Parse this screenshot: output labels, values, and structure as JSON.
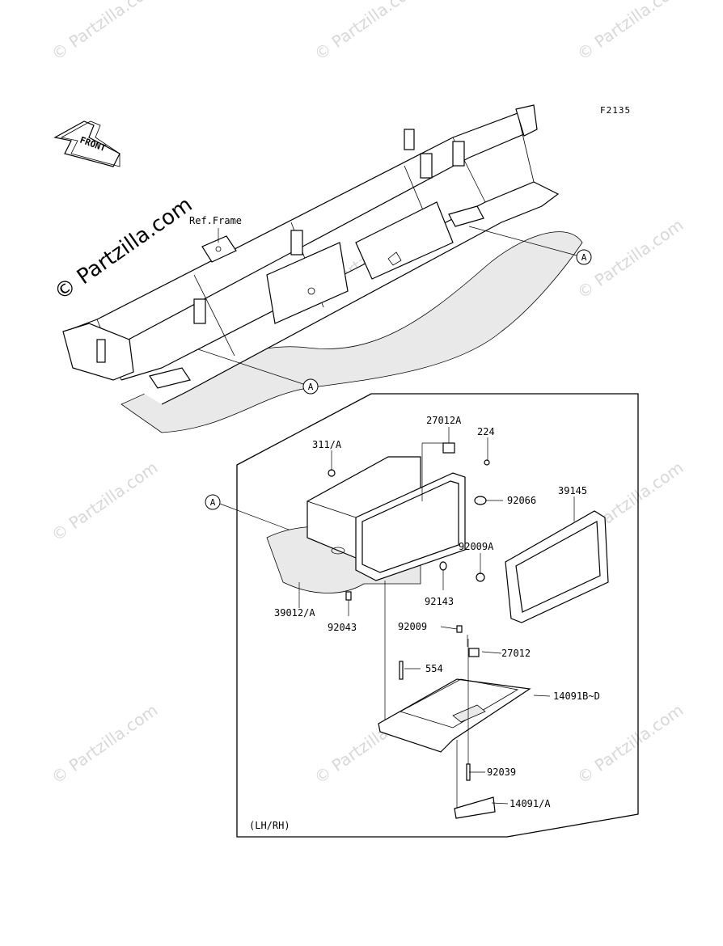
{
  "diagram_code": "F2135",
  "front_arrow_label": "FRONT",
  "ref_frame_label": "Ref.Frame",
  "connector_labels": [
    "A",
    "A",
    "A"
  ],
  "variant_label": "(LH/RH)",
  "watermark_text": "© Partzilla.com",
  "parts": [
    {
      "id": "p27012A",
      "number": "27012A"
    },
    {
      "id": "p224",
      "number": "224"
    },
    {
      "id": "p311A",
      "number": "311/A"
    },
    {
      "id": "p92066",
      "number": "92066"
    },
    {
      "id": "p39145",
      "number": "39145"
    },
    {
      "id": "p92009A",
      "number": "92009A"
    },
    {
      "id": "p92143",
      "number": "92143"
    },
    {
      "id": "p39012A",
      "number": "39012/A"
    },
    {
      "id": "p92043",
      "number": "92043"
    },
    {
      "id": "p92009",
      "number": "92009"
    },
    {
      "id": "p27012",
      "number": "27012"
    },
    {
      "id": "p554",
      "number": "554"
    },
    {
      "id": "p14091BD",
      "number": "14091B~D"
    },
    {
      "id": "p92039",
      "number": "92039"
    },
    {
      "id": "p14091A",
      "number": "14091/A"
    }
  ]
}
